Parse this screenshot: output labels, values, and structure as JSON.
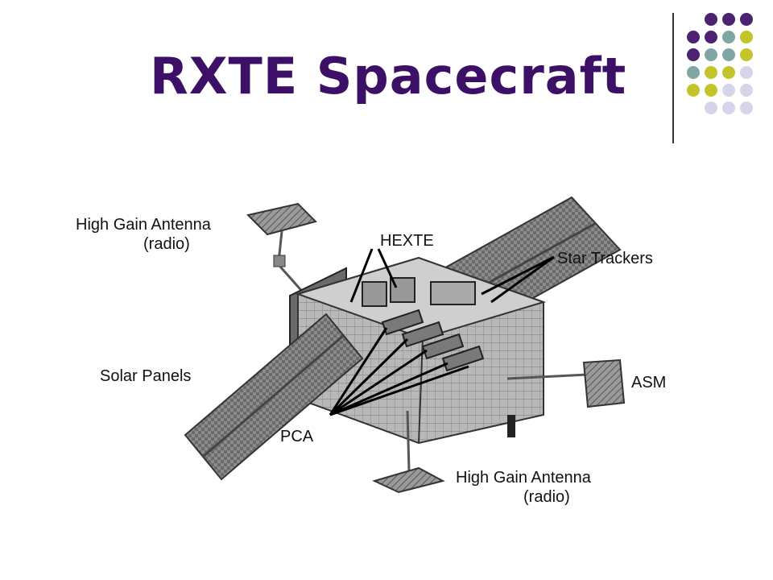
{
  "slide": {
    "title": "RXTE Spacecraft",
    "title_color": "#3b1066",
    "rule_color": "#333333"
  },
  "corner_dots": {
    "colors": {
      "purple": "#4b2370",
      "teal": "#7fa6a3",
      "olive": "#c2c42a",
      "lavender": "#d5d4e8"
    },
    "rows": [
      [
        "purple",
        "purple",
        "purple"
      ],
      [
        "purple",
        "purple",
        "teal",
        "olive"
      ],
      [
        "purple",
        "teal",
        "teal",
        "olive"
      ],
      [
        "teal",
        "olive",
        "olive",
        "lavender"
      ],
      [
        "olive",
        "olive",
        "lavender",
        "lavender"
      ],
      [
        "lavender",
        "lavender",
        "lavender"
      ]
    ]
  },
  "diagram": {
    "labels": {
      "hga_top_line1": "High Gain Antenna",
      "hga_top_line2": "(radio)",
      "hexte": "HEXTE",
      "star_trackers": "Star Trackers",
      "solar_panels": "Solar Panels",
      "asm": "ASM",
      "pca": "PCA",
      "hga_bottom_line1": "High Gain Antenna",
      "hga_bottom_line2": "(radio)"
    }
  }
}
